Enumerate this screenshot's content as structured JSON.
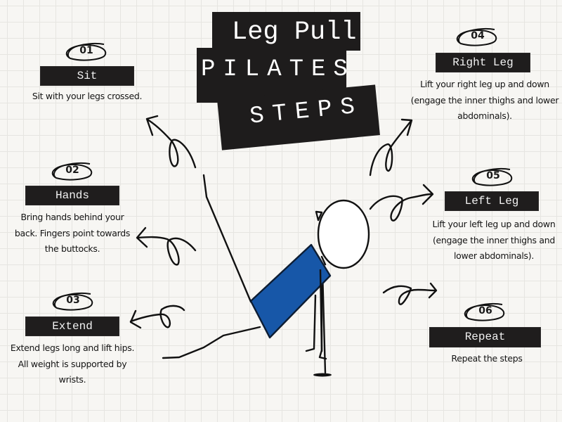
{
  "title": {
    "line1": "Leg Pull",
    "line2": "PILATES",
    "line3": "STEPS"
  },
  "colors": {
    "background": "#f7f6f3",
    "grid": "#e6e5e1",
    "label_bar": "#1f1d1d",
    "shirt_blue": "#1757a8",
    "ink": "#111111"
  },
  "steps": [
    {
      "number": "01",
      "label": "Sit",
      "description": [
        "Sit with your legs crossed."
      ]
    },
    {
      "number": "02",
      "label": "Hands",
      "description": [
        "Bring hands behind your",
        "back. Fingers point towards",
        "the buttocks."
      ]
    },
    {
      "number": "03",
      "label": "Extend",
      "description": [
        "Extend legs long and lift hips.",
        "All weight is supported by",
        "wrists."
      ]
    },
    {
      "number": "04",
      "label": "Right Leg",
      "description": [
        "Lift your right leg up and down",
        "(engage the inner thighs and lower",
        "abdominals)."
      ]
    },
    {
      "number": "05",
      "label": "Left Leg",
      "description": [
        "Lift your left leg up and down",
        "(engage the inner thighs and",
        "lower abdominals)."
      ]
    },
    {
      "number": "06",
      "label": "Repeat",
      "description": [
        "Repeat the steps"
      ]
    }
  ],
  "illustration": {
    "figure": "stick-figure-leg-pull-pose",
    "arrows": [
      "loop-arrow-to-step-01",
      "loop-arrow-to-step-02",
      "loop-arrow-to-step-03",
      "loop-arrow-to-step-04",
      "loop-arrow-to-step-05",
      "loop-arrow-to-step-06"
    ]
  }
}
